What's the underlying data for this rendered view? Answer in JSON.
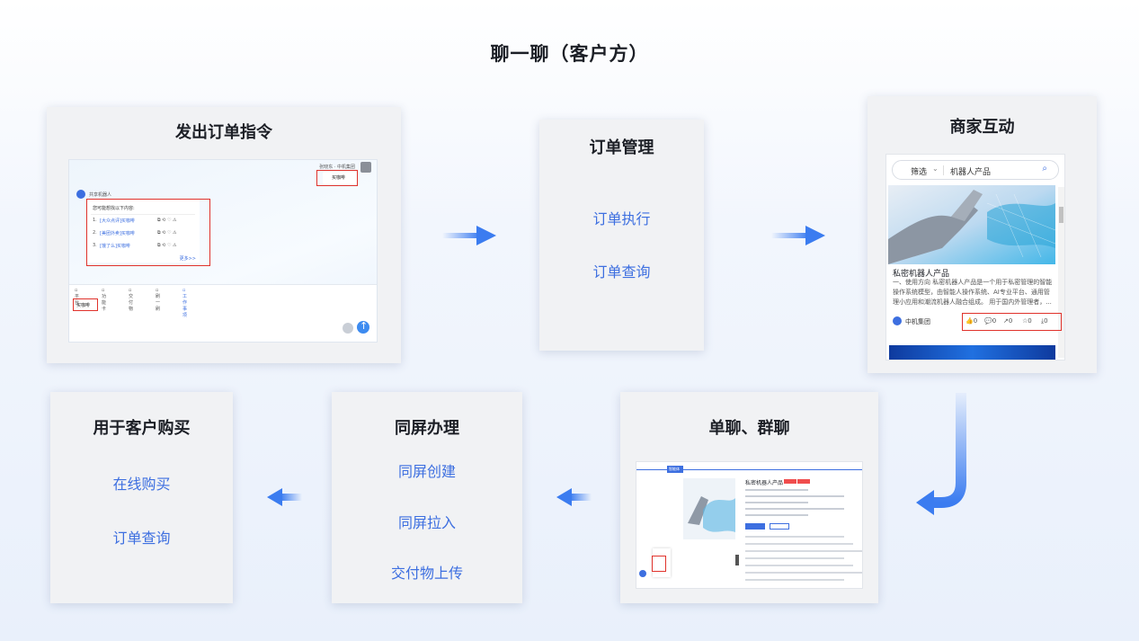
{
  "title": "聊一聊（客户方）",
  "cards": {
    "send_order": {
      "title": "发出订单指令",
      "screenshot": {
        "top_user": "张晓东 · 中机集团",
        "bubble": "买咖啡",
        "bot_name": "共享机器人",
        "prompt": "您可能想找以下内容:",
        "suggestions": [
          {
            "index": "1.",
            "link": "[大众点评]",
            "text": "买咖啡"
          },
          {
            "index": "2.",
            "link": "[美团外卖]",
            "text": "买咖啡"
          },
          {
            "index": "3.",
            "link": "[饿了么]",
            "text": "买咖啡"
          }
        ],
        "more": "更多>>",
        "toolbar": [
          "平台",
          "功能卡",
          "交付物",
          "刷一刷",
          "工作事项"
        ],
        "input_value": "买咖啡"
      }
    },
    "order_mgmt": {
      "title": "订单管理",
      "links": [
        "订单执行",
        "订单查询"
      ]
    },
    "merchant": {
      "title": "商家互动",
      "screenshot": {
        "filter": "筛选",
        "search": "机器人产品",
        "product_title": "私密机器人产品",
        "product_desc": "一、使用方向 私密机器人产品是一个用于私密管理的智能操作系统模型，由智能人操作系统、AI专业平台、通用管理小应用和潮流机器人融合组成。 用于国内外管理者，...",
        "company": "中机集团",
        "stats": [
          "0",
          "0",
          "0",
          "0",
          "0"
        ]
      }
    },
    "single_group": {
      "title": "单聊、群聊",
      "screenshot": {
        "tab": "智能体",
        "product_title": "私密机器人产品"
      }
    },
    "same_screen": {
      "title": "同屏办理",
      "links": [
        "同屏创建",
        "同屏拉入",
        "交付物上传"
      ]
    },
    "purchase": {
      "title": "用于客户购买",
      "links": [
        "在线购买",
        "订单查询"
      ]
    }
  },
  "colors": {
    "accent": "#3d6fe0",
    "arrow": "#3b7cf0",
    "highlight": "#e0322b",
    "card_bg": "#f1f2f4"
  }
}
